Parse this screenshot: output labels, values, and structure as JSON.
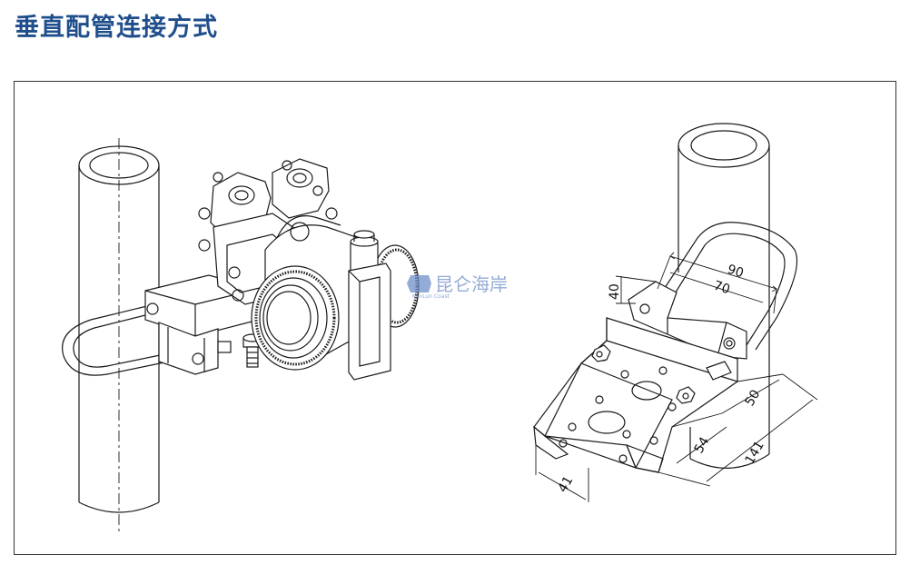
{
  "page": {
    "title": "垂直配管连接方式"
  },
  "watermark": {
    "text": "昆仑海岸",
    "sub": "KunLun Coast"
  },
  "dimensions": {
    "d90": "90",
    "d70": "70",
    "d40": "40",
    "d50": "50",
    "d54": "54",
    "d141": "141",
    "d41": "41"
  },
  "colors": {
    "title": "#1f4e8c",
    "line": "#1a1a1a",
    "frame": "#333333",
    "watermark": "#6f8fc9"
  }
}
